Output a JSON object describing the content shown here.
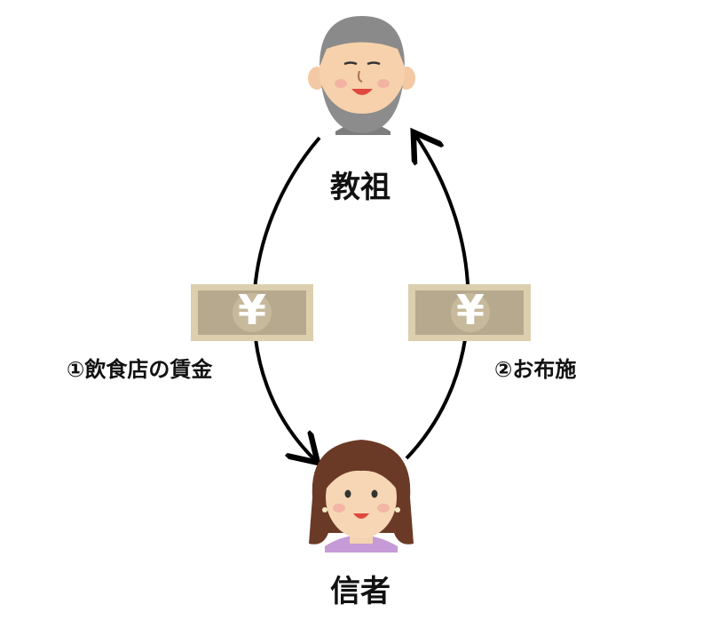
{
  "nodes": {
    "guru": {
      "label": "教祖"
    },
    "believer": {
      "label": "信者"
    }
  },
  "edges": {
    "wage": {
      "label": "①飲食店の賃金"
    },
    "donation": {
      "label": "②お布施"
    }
  },
  "banknote": {
    "symbol": "¥"
  },
  "colors": {
    "arrow": "#000000",
    "note_fill": "#b7a98d",
    "note_border": "#dccfae",
    "guru_hair": "#8a8a8a",
    "believer_hair": "#6b3a26"
  }
}
